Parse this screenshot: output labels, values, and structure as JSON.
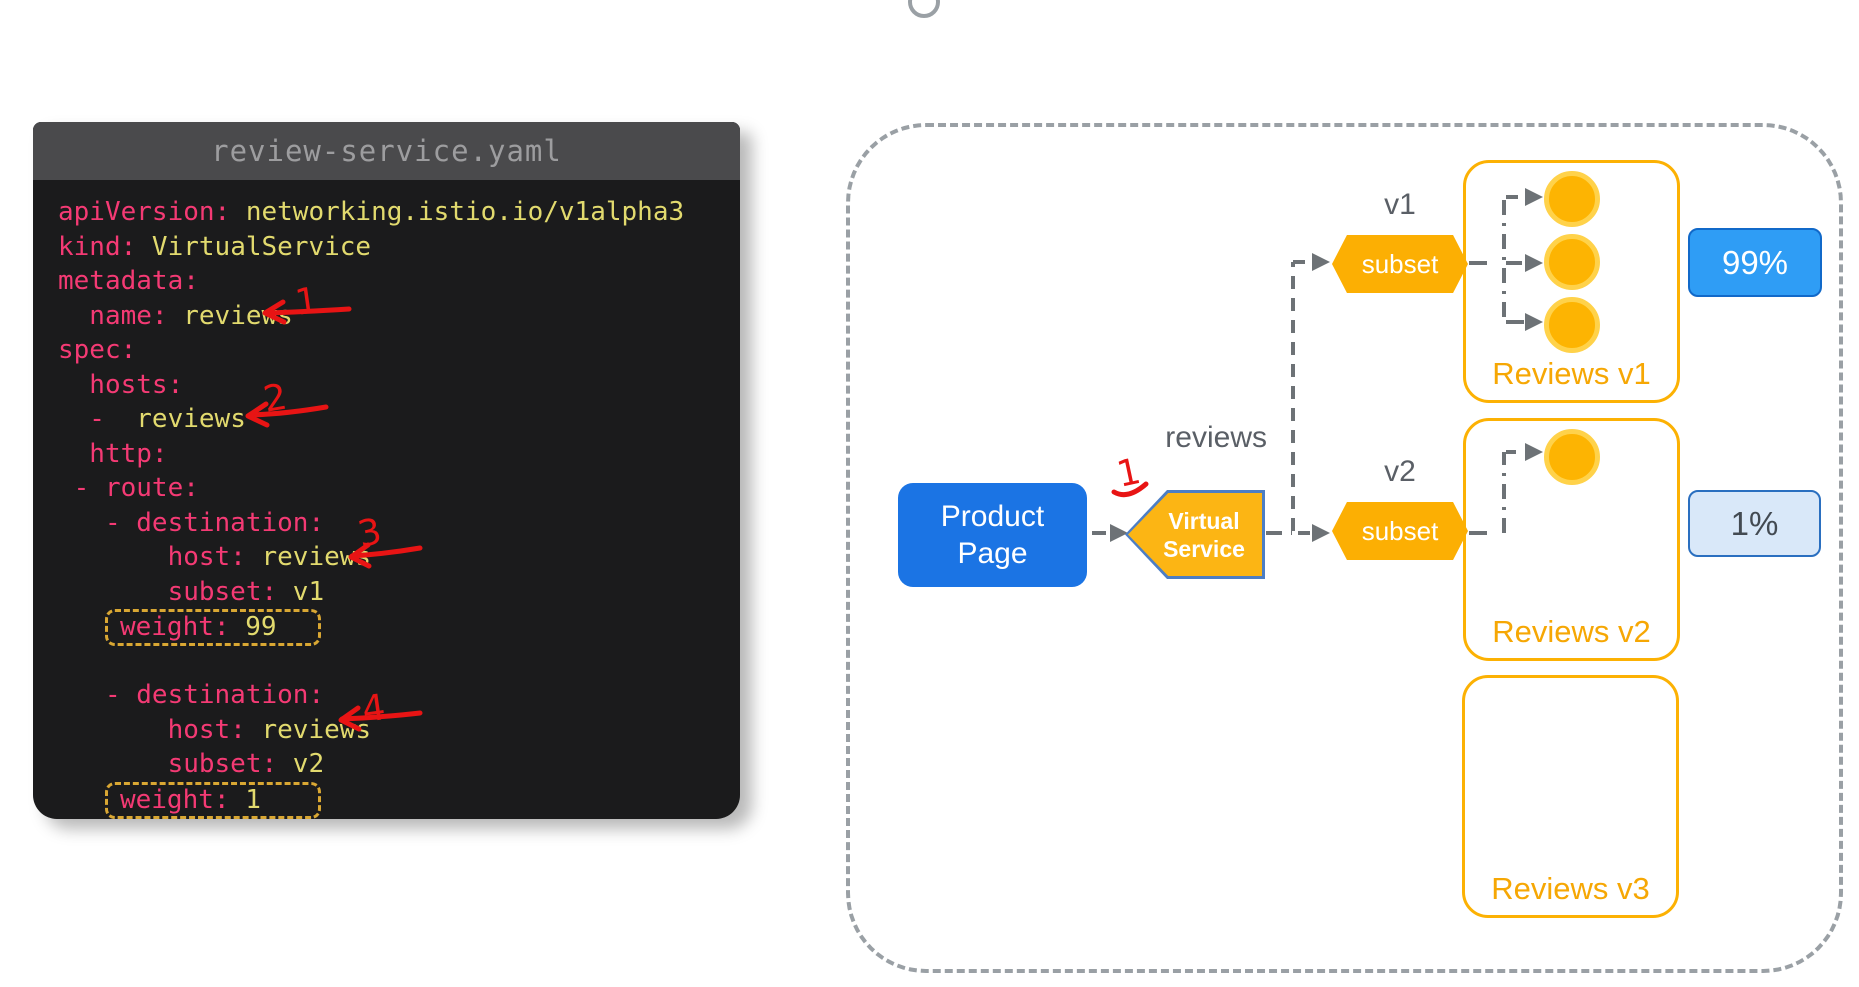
{
  "code_panel": {
    "title": "review-service.yaml",
    "lines": [
      {
        "segs": [
          {
            "c": "tk",
            "t": "apiVersion:"
          },
          {
            "c": "tv",
            "t": " networking.istio.io/v1alpha3"
          }
        ]
      },
      {
        "segs": [
          {
            "c": "tk",
            "t": "kind:"
          },
          {
            "c": "tv",
            "t": " VirtualService"
          }
        ]
      },
      {
        "segs": [
          {
            "c": "tk",
            "t": "metadata:"
          }
        ]
      },
      {
        "segs": [
          {
            "c": "tk",
            "t": "  name:"
          },
          {
            "c": "tv",
            "t": " reviews"
          }
        ]
      },
      {
        "segs": [
          {
            "c": "tk",
            "t": "spec:"
          }
        ]
      },
      {
        "segs": [
          {
            "c": "tk",
            "t": "  hosts:"
          }
        ]
      },
      {
        "segs": [
          {
            "c": "tk",
            "t": "  -"
          },
          {
            "c": "tv",
            "t": "  reviews"
          }
        ]
      },
      {
        "segs": [
          {
            "c": "tk",
            "t": "  http:"
          }
        ]
      },
      {
        "segs": [
          {
            "c": "tk",
            "t": " - route:"
          }
        ]
      },
      {
        "segs": [
          {
            "c": "tk",
            "t": "   - destination:"
          }
        ]
      },
      {
        "segs": [
          {
            "c": "tk",
            "t": "       host:"
          },
          {
            "c": "tv",
            "t": " reviews"
          }
        ]
      },
      {
        "segs": [
          {
            "c": "tk",
            "t": "       subset:"
          },
          {
            "c": "tv",
            "t": " v1"
          }
        ]
      },
      {
        "boxed": true,
        "lead": "   ",
        "segs": [
          {
            "c": "tk",
            "t": "weight:"
          },
          {
            "c": "tv",
            "t": " 99"
          }
        ]
      },
      {
        "segs": []
      },
      {
        "segs": [
          {
            "c": "tk",
            "t": "   - destination:"
          }
        ]
      },
      {
        "segs": [
          {
            "c": "tk",
            "t": "       host:"
          },
          {
            "c": "tv",
            "t": " reviews"
          }
        ]
      },
      {
        "segs": [
          {
            "c": "tk",
            "t": "       subset:"
          },
          {
            "c": "tv",
            "t": " v2"
          }
        ]
      },
      {
        "boxed": true,
        "lead": "   ",
        "segs": [
          {
            "c": "tk",
            "t": "weight:"
          },
          {
            "c": "tv",
            "t": " 1"
          }
        ]
      }
    ]
  },
  "annotations": {
    "arrow_marks": [
      "1",
      "2",
      "3",
      "4"
    ],
    "vs_mark": "1"
  },
  "diagram": {
    "product_page": {
      "line1": "Product",
      "line2": "Page"
    },
    "virtual_service": {
      "line1": "Virtual",
      "line2": "Service"
    },
    "service_label": "reviews",
    "subsets": [
      {
        "version": "v1",
        "label": "subset"
      },
      {
        "version": "v2",
        "label": "subset"
      }
    ],
    "groups": [
      {
        "name": "Reviews v1",
        "pods": 3,
        "badge": "99%"
      },
      {
        "name": "Reviews v2",
        "pods": 1,
        "badge": "1%"
      },
      {
        "name": "Reviews v3",
        "pods": 0
      }
    ],
    "colors": {
      "accent_orange": "#fcaf03",
      "accent_blue": "#1b74e4",
      "badge_primary": "#2f9df5",
      "badge_secondary": "#d9e8f9",
      "annotation_red": "#e81414",
      "code_key_pink": "#f43a74",
      "code_value_yellow": "#e2da6e"
    }
  }
}
